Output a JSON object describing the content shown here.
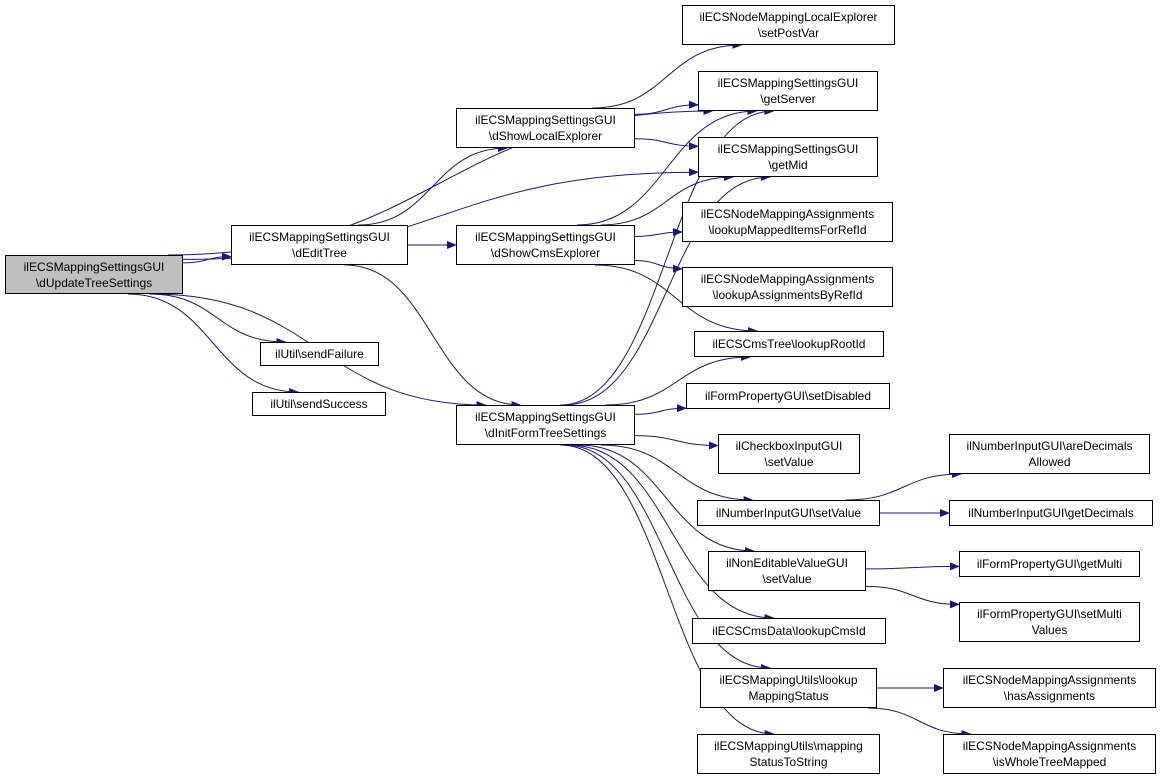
{
  "colors": {
    "edge": "#191970",
    "node_border": "#000000",
    "root_fill": "#bfbfbf",
    "node_fill": "#ffffff"
  },
  "nodes": {
    "root": "ilECSMappingSettingsGUI\n\\dUpdateTreeSettings",
    "edit_tree": "ilECSMappingSettingsGUI\n\\dEditTree",
    "send_failure": "ilUtil\\sendFailure",
    "send_success": "ilUtil\\sendSuccess",
    "show_local_explorer": "ilECSMappingSettingsGUI\n\\dShowLocalExplorer",
    "show_cms_explorer": "ilECSMappingSettingsGUI\n\\dShowCmsExplorer",
    "init_form_tree_settings": "ilECSMappingSettingsGUI\n\\dInitFormTreeSettings",
    "set_post_var": "ilECSNodeMappingLocalExplorer\n\\setPostVar",
    "get_server": "ilECSMappingSettingsGUI\n\\getServer",
    "get_mid": "ilECSMappingSettingsGUI\n\\getMid",
    "lookup_mapped_items": "ilECSNodeMappingAssignments\n\\lookupMappedItemsForRefId",
    "lookup_assignments_by_ref": "ilECSNodeMappingAssignments\n\\lookupAssignmentsByRefId",
    "lookup_root_id": "ilECSCmsTree\\lookupRootId",
    "set_disabled": "ilFormPropertyGUI\\setDisabled",
    "checkbox_set_value": "ilCheckboxInputGUI\n\\setValue",
    "number_set_value": "ilNumberInputGUI\\setValue",
    "noneditable_set_value": "ilNonEditableValueGUI\n\\setValue",
    "lookup_cms_id": "ilECSCmsData\\lookupCmsId",
    "lookup_mapping_status": "ilECSMappingUtils\\lookup\nMappingStatus",
    "mapping_status_to_string": "ilECSMappingUtils\\mapping\nStatusToString",
    "are_decimals_allowed": "ilNumberInputGUI\\areDecimals\nAllowed",
    "get_decimals": "ilNumberInputGUI\\getDecimals",
    "get_multi": "ilFormPropertyGUI\\getMulti",
    "set_multi_values": "ilFormPropertyGUI\\setMulti\nValues",
    "has_assignments": "ilECSNodeMappingAssignments\n\\hasAssignments",
    "is_whole_tree_mapped": "ilECSNodeMappingAssignments\n\\isWholeTreeMapped"
  },
  "edges": [
    [
      "root",
      "edit_tree"
    ],
    [
      "root",
      "send_failure"
    ],
    [
      "root",
      "send_success"
    ],
    [
      "root",
      "get_server"
    ],
    [
      "root",
      "get_mid"
    ],
    [
      "root",
      "init_form_tree_settings"
    ],
    [
      "edit_tree",
      "show_local_explorer"
    ],
    [
      "edit_tree",
      "show_cms_explorer"
    ],
    [
      "edit_tree",
      "init_form_tree_settings"
    ],
    [
      "show_local_explorer",
      "set_post_var"
    ],
    [
      "show_local_explorer",
      "get_server"
    ],
    [
      "show_local_explorer",
      "get_mid"
    ],
    [
      "show_cms_explorer",
      "get_server"
    ],
    [
      "show_cms_explorer",
      "get_mid"
    ],
    [
      "show_cms_explorer",
      "lookup_mapped_items"
    ],
    [
      "show_cms_explorer",
      "lookup_assignments_by_ref"
    ],
    [
      "show_cms_explorer",
      "lookup_root_id"
    ],
    [
      "init_form_tree_settings",
      "get_server"
    ],
    [
      "init_form_tree_settings",
      "get_mid"
    ],
    [
      "init_form_tree_settings",
      "lookup_root_id"
    ],
    [
      "init_form_tree_settings",
      "set_disabled"
    ],
    [
      "init_form_tree_settings",
      "checkbox_set_value"
    ],
    [
      "init_form_tree_settings",
      "number_set_value"
    ],
    [
      "init_form_tree_settings",
      "noneditable_set_value"
    ],
    [
      "init_form_tree_settings",
      "lookup_cms_id"
    ],
    [
      "init_form_tree_settings",
      "lookup_mapping_status"
    ],
    [
      "init_form_tree_settings",
      "mapping_status_to_string"
    ],
    [
      "number_set_value",
      "are_decimals_allowed"
    ],
    [
      "number_set_value",
      "get_decimals"
    ],
    [
      "noneditable_set_value",
      "get_multi"
    ],
    [
      "noneditable_set_value",
      "set_multi_values"
    ],
    [
      "lookup_mapping_status",
      "has_assignments"
    ],
    [
      "lookup_mapping_status",
      "is_whole_tree_mapped"
    ]
  ]
}
